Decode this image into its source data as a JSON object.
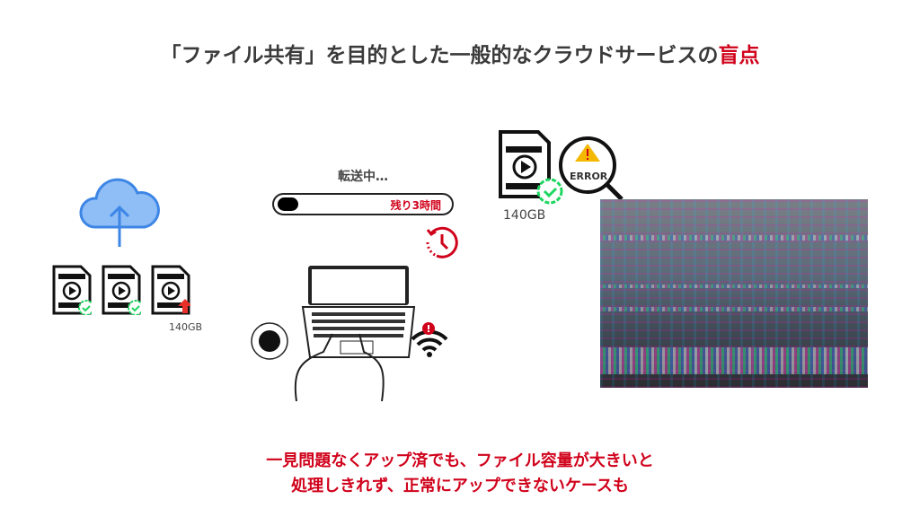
{
  "title": {
    "main": "「ファイル共有」を目的とした一般的なクラウドサービスの",
    "highlight": "盲点"
  },
  "left": {
    "size_label": "140GB"
  },
  "transfer": {
    "status": "転送中…",
    "remaining": "残り3時間",
    "progress_percent": 12
  },
  "right": {
    "size_label": "140GB",
    "error_label": "ERROR"
  },
  "bottom": {
    "line1": "一見問題なくアップ済でも、ファイル容量が大きいと",
    "line2": "処理しきれず、正常にアップできないケースも"
  },
  "colors": {
    "accent": "#d0021b",
    "cloud": "#5b9ef0",
    "check": "#1ed760",
    "warning": "#f5b800"
  }
}
